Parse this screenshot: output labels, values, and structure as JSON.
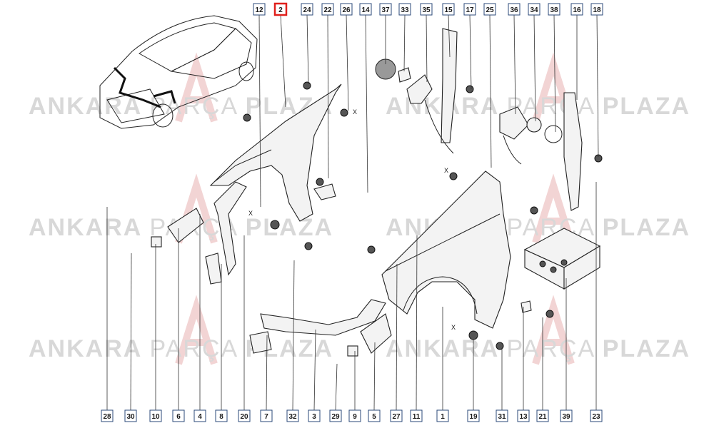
{
  "watermark": {
    "part1": "ANKARA",
    "part2": "PARÇA",
    "part3": "PLAZA"
  },
  "highlight_color": "#e0201c",
  "box_color": "#2b4a7a",
  "top_callouts": [
    "12",
    "2",
    "24",
    "22",
    "26",
    "14",
    "37",
    "33",
    "35",
    "15",
    "17",
    "25",
    "36",
    "34",
    "38",
    "16",
    "18"
  ],
  "bottom_callouts": [
    "28",
    "30",
    "10",
    "6",
    "4",
    "8",
    "20",
    "7",
    "32",
    "3",
    "29",
    "9",
    "5",
    "27",
    "11",
    "1",
    "19",
    "31",
    "13",
    "21",
    "39",
    "23"
  ],
  "highlighted_callout": "2",
  "x_marks": [
    "X",
    "X",
    "X",
    "X"
  ]
}
